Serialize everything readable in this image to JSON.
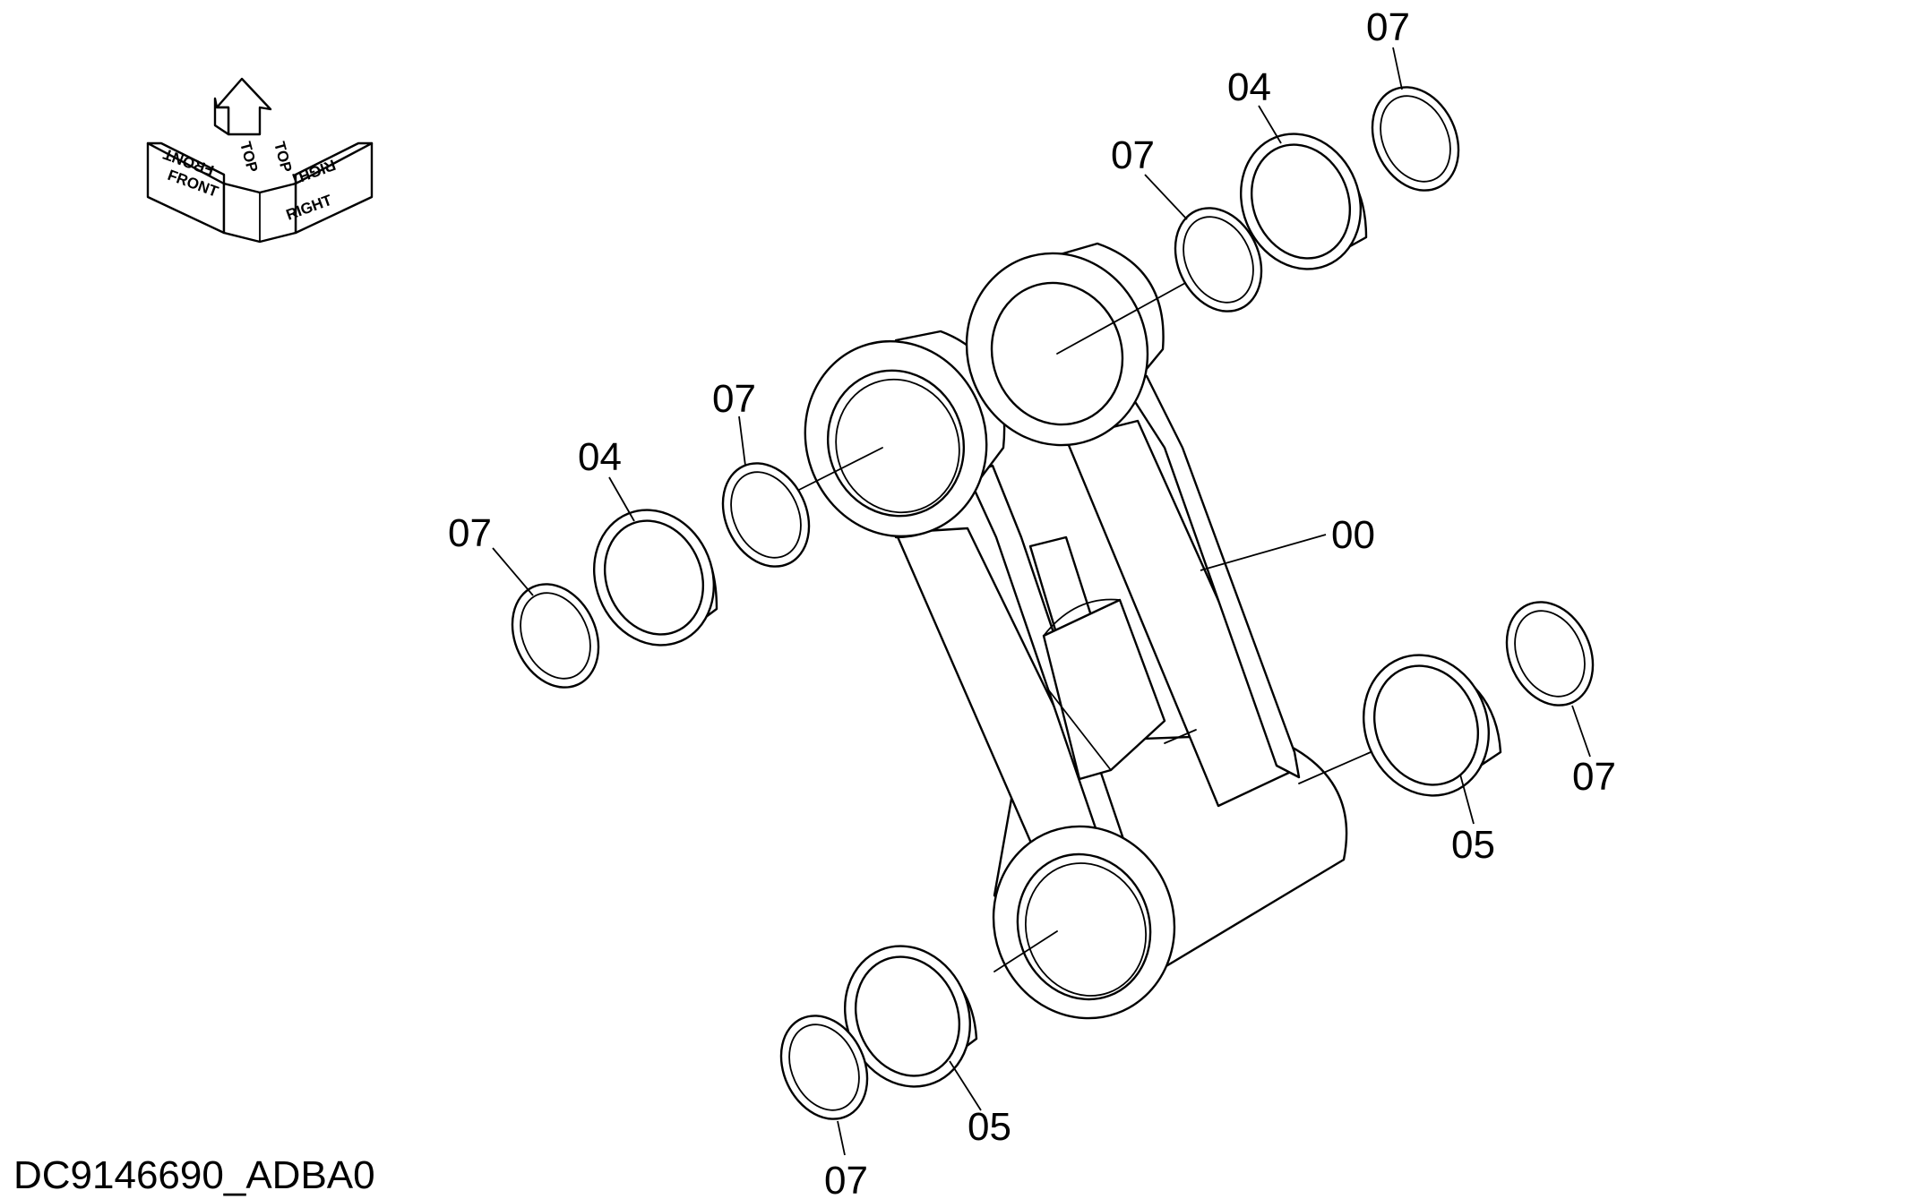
{
  "drawing_id": "DC9146690_ADBA0",
  "orientation": {
    "front": "FRONT",
    "top": "TOP",
    "right": "RIGHT"
  },
  "callouts": [
    {
      "id": "c1",
      "label": "07"
    },
    {
      "id": "c2",
      "label": "04"
    },
    {
      "id": "c3",
      "label": "07"
    },
    {
      "id": "c4",
      "label": "07"
    },
    {
      "id": "c5",
      "label": "04"
    },
    {
      "id": "c6",
      "label": "07"
    },
    {
      "id": "c7",
      "label": "00"
    },
    {
      "id": "c8",
      "label": "07"
    },
    {
      "id": "c9",
      "label": "05"
    },
    {
      "id": "c10",
      "label": "05"
    },
    {
      "id": "c11",
      "label": "07"
    }
  ]
}
